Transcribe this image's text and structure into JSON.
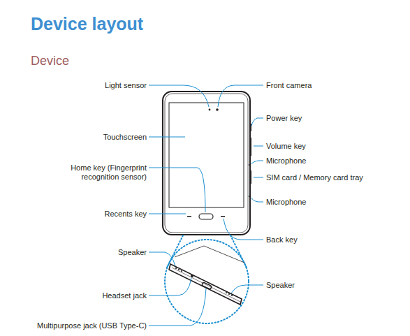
{
  "diagram": {
    "title": "Device layout",
    "labels": [
      "Device",
      "Light sensor",
      "Front camera",
      "Power key",
      "Touchscreen",
      "Volume key",
      "Microphone",
      "Home key (Fingerprint recognition sensor)",
      "SIM card / Memory card tray",
      "Microphone",
      "Recents key",
      "Back key",
      "Speaker",
      "Speaker",
      "Headset jack",
      "Multipurpose jack (USB Type-C)"
    ]
  }
}
